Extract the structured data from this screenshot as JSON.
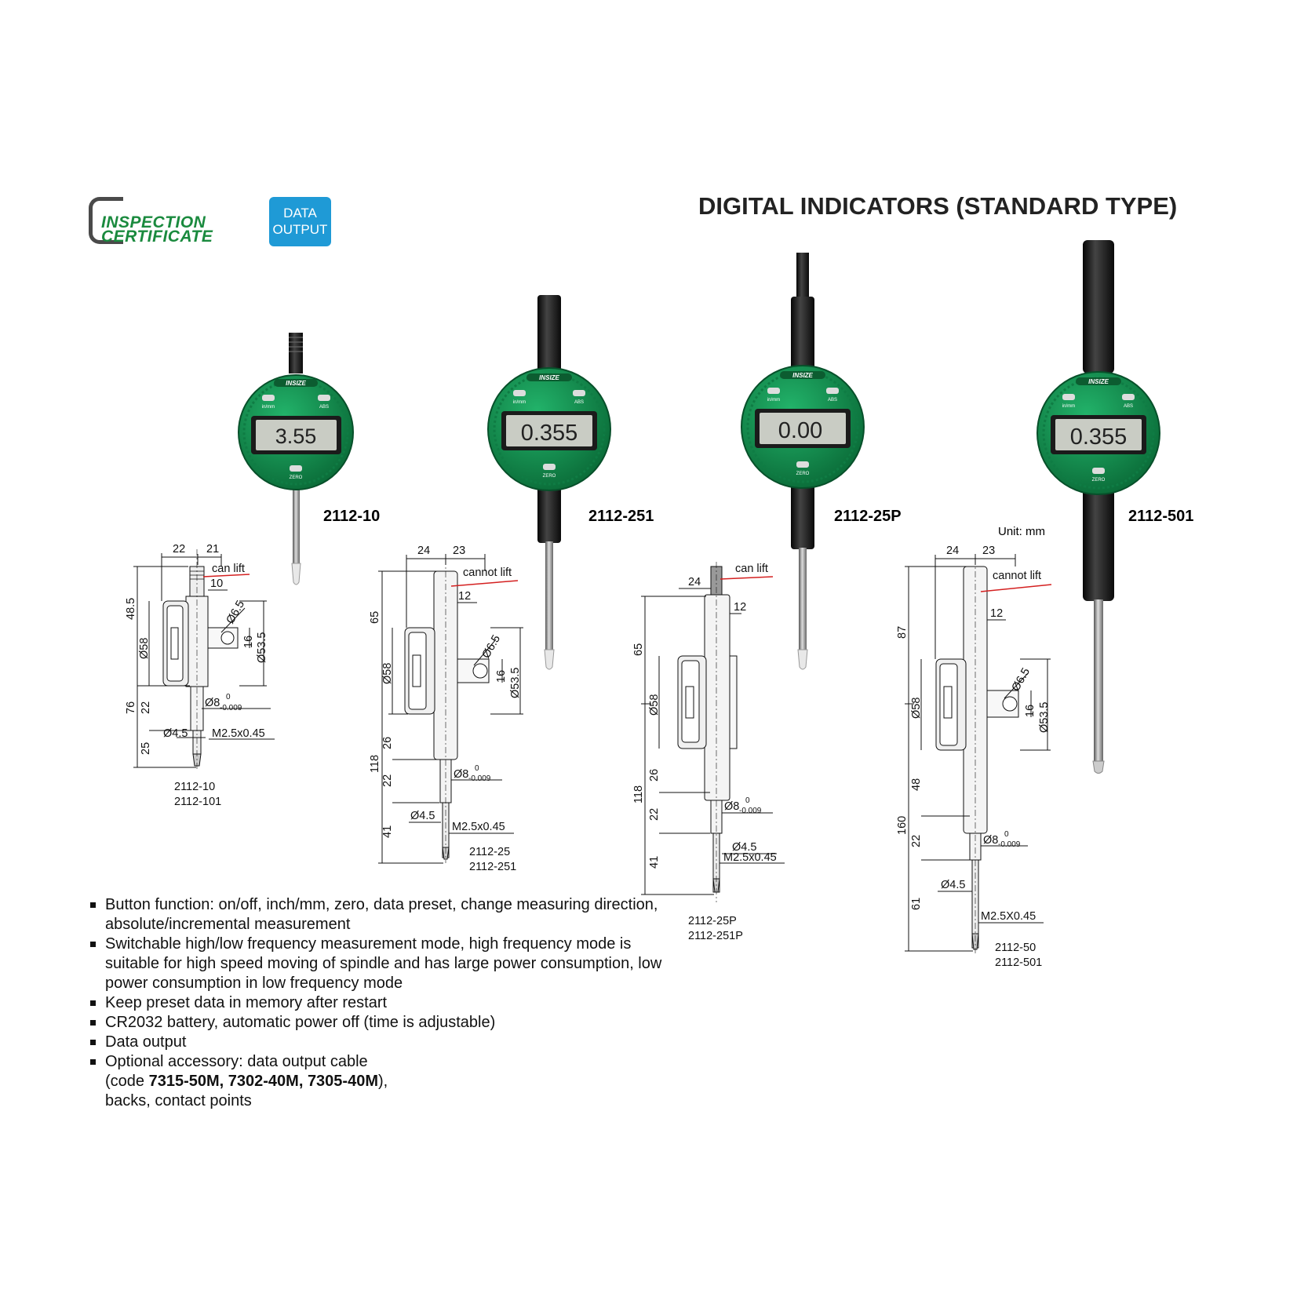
{
  "header": {
    "title": "DIGITAL INDICATORS (STANDARD TYPE)",
    "badge_certificate_line1": "INSPECTION",
    "badge_certificate_line2": "CERTIFICATE",
    "badge_data_line1": "DATA",
    "badge_data_line2": "OUTPUT"
  },
  "colors": {
    "dial_green": "#169a55",
    "dial_dark": "#0d6e3a",
    "stem_black": "#1a1a1a",
    "lcd": "#c9ccc4",
    "badge_blue": "#1f9ad6",
    "cert_green": "#1a8a3e",
    "callout_red": "#d42020"
  },
  "products": [
    {
      "model": "2112-10",
      "display": "3.55",
      "brand": "INSIZE",
      "btn_left": "in/mm",
      "btn_right": "ABS",
      "btn_bottom": "ZERO"
    },
    {
      "model": "2112-251",
      "display": "0.355",
      "brand": "INSIZE",
      "btn_left": "in/mm",
      "btn_right": "ABS",
      "btn_bottom": "ZERO"
    },
    {
      "model": "2112-25P",
      "display": "0.00",
      "brand": "INSIZE",
      "btn_left": "in/mm",
      "btn_right": "ABS",
      "btn_bottom": "ZERO"
    },
    {
      "model": "2112-501",
      "display": "0.355",
      "brand": "INSIZE",
      "btn_left": "in/mm",
      "btn_right": "ABS",
      "btn_bottom": "ZERO"
    }
  ],
  "unit_note": "Unit: mm",
  "drawings": [
    {
      "captions": [
        "2112-10",
        "2112-101"
      ],
      "lift": "can lift",
      "dims": {
        "w1": "22",
        "w2": "21",
        "d10": "10",
        "d65": "Ø6.5",
        "h16": "16",
        "d535": "Ø53.5",
        "d58": "Ø58",
        "h485": "48.5",
        "h76": "76",
        "h22": "22",
        "h25": "25",
        "d8": "Ø8",
        "tol_top": "0",
        "tol_bot": "-0.009",
        "d45": "Ø4.5",
        "thread": "M2.5x0.45"
      }
    },
    {
      "captions": [
        "2112-25",
        "2112-251"
      ],
      "lift": "cannot lift",
      "dims": {
        "w1": "24",
        "w2": "23",
        "d12": "12",
        "d65": "Ø6.5",
        "h16": "16",
        "d535": "Ø53.5",
        "d58": "Ø58",
        "h65": "65",
        "h118": "118",
        "h26": "26",
        "h22": "22",
        "h41": "41",
        "d8": "Ø8",
        "tol_top": "0",
        "tol_bot": "-0.009",
        "d45": "Ø4.5",
        "thread": "M2.5x0.45"
      }
    },
    {
      "captions": [
        "2112-25P",
        "2112-251P"
      ],
      "lift": "can lift",
      "dims": {
        "w1": "24",
        "d12": "12",
        "d58": "Ø58",
        "h65": "65",
        "h118": "118",
        "h26": "26",
        "h22": "22",
        "h41": "41",
        "d8": "Ø8",
        "tol_top": "0",
        "tol_bot": "-0.009",
        "d45": "Ø4.5",
        "thread": "M2.5x0.45"
      }
    },
    {
      "captions": [
        "2112-50",
        "2112-501"
      ],
      "lift": "cannot lift",
      "dims": {
        "w1": "24",
        "w2": "23",
        "d12": "12",
        "d65": "Ø6.5",
        "h16": "16",
        "d535": "Ø53.5",
        "d58": "Ø58",
        "h87": "87",
        "h160": "160",
        "h48": "48",
        "h22": "22",
        "h61": "61",
        "d8": "Ø8",
        "tol_top": "0",
        "tol_bot": "-0.009",
        "d45": "Ø4.5",
        "thread": "M2.5X0.45"
      }
    }
  ],
  "features": [
    {
      "text": "Button function: on/off, inch/mm, zero, data preset, change measuring direction, absolute/incremental measurement"
    },
    {
      "text": "Switchable high/low frequency measurement mode, high frequency mode is suitable for high speed moving of spindle and has large power consumption, low power consumption in low frequency mode"
    },
    {
      "text": "Keep preset data in memory after restart"
    },
    {
      "text": "CR2032 battery, automatic power off (time is adjustable)"
    },
    {
      "text": "Data output"
    },
    {
      "pre": "Optional accessory: data output cable",
      "pre2": "(code ",
      "bold": "7315-50M, 7302-40M, 7305-40M",
      "post": "),",
      "post2": "backs, contact points"
    }
  ]
}
